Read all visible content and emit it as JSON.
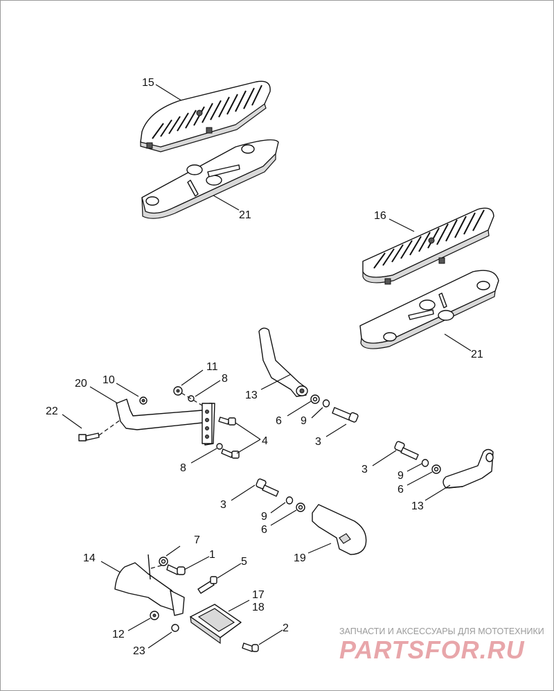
{
  "callouts": {
    "c1": "1",
    "c2": "2",
    "c3a": "3",
    "c3b": "3",
    "c3c": "3",
    "c4": "4",
    "c5": "5",
    "c6a": "6",
    "c6b": "6",
    "c6c": "6",
    "c7": "7",
    "c8a": "8",
    "c8b": "8",
    "c9a": "9",
    "c9b": "9",
    "c9c": "9",
    "c10": "10",
    "c11": "11",
    "c12": "12",
    "c13a": "13",
    "c13b": "13",
    "c14": "14",
    "c15": "15",
    "c16": "16",
    "c17": "17",
    "c18": "18",
    "c19": "19",
    "c20": "20",
    "c21a": "21",
    "c21b": "21",
    "c22": "22",
    "c23": "23"
  },
  "watermark": {
    "tagline": "ЗАПЧАСТИ И АКСЕССУАРЫ ДЛЯ МОТОТЕХНИКИ",
    "logo": "PARTSFOR.RU",
    "logo_color": "#e8a6aa"
  }
}
